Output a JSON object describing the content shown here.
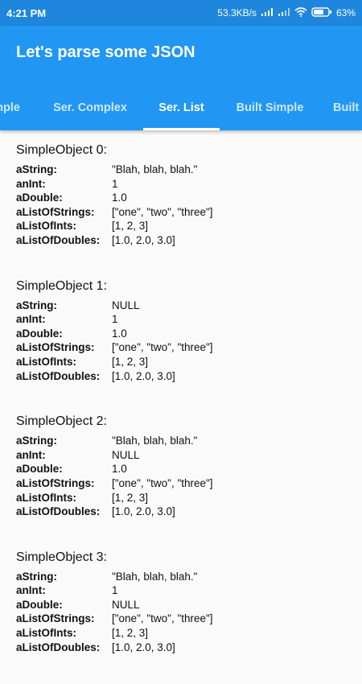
{
  "status": {
    "time": "4:21 PM",
    "network_speed": "53.3KB/s",
    "battery": "63%"
  },
  "appbar": {
    "title": "Let's parse some JSON",
    "tabs": [
      {
        "label": "mple"
      },
      {
        "label": "Ser. Complex"
      },
      {
        "label": "Ser. List"
      },
      {
        "label": "Built Simple"
      },
      {
        "label": "Built C"
      }
    ]
  },
  "objects": [
    {
      "title": "SimpleObject 0:",
      "fields": [
        {
          "key": "aString:",
          "value": "\"Blah, blah, blah.\""
        },
        {
          "key": "anInt:",
          "value": "1"
        },
        {
          "key": "aDouble:",
          "value": "1.0"
        },
        {
          "key": "aListOfStrings:",
          "value": "[\"one\", \"two\", \"three\"]"
        },
        {
          "key": "aListOfInts:",
          "value": "[1, 2, 3]"
        },
        {
          "key": "aListOfDoubles:",
          "value": "[1.0, 2.0, 3.0]"
        }
      ]
    },
    {
      "title": "SimpleObject 1:",
      "fields": [
        {
          "key": "aString:",
          "value": "NULL"
        },
        {
          "key": "anInt:",
          "value": "1"
        },
        {
          "key": "aDouble:",
          "value": "1.0"
        },
        {
          "key": "aListOfStrings:",
          "value": "[\"one\", \"two\", \"three\"]"
        },
        {
          "key": "aListOfInts:",
          "value": "[1, 2, 3]"
        },
        {
          "key": "aListOfDoubles:",
          "value": "[1.0, 2.0, 3.0]"
        }
      ]
    },
    {
      "title": "SimpleObject 2:",
      "fields": [
        {
          "key": "aString:",
          "value": "\"Blah, blah, blah.\""
        },
        {
          "key": "anInt:",
          "value": "NULL"
        },
        {
          "key": "aDouble:",
          "value": "1.0"
        },
        {
          "key": "aListOfStrings:",
          "value": "[\"one\", \"two\", \"three\"]"
        },
        {
          "key": "aListOfInts:",
          "value": "[1, 2, 3]"
        },
        {
          "key": "aListOfDoubles:",
          "value": "[1.0, 2.0, 3.0]"
        }
      ]
    },
    {
      "title": "SimpleObject 3:",
      "fields": [
        {
          "key": "aString:",
          "value": "\"Blah, blah, blah.\""
        },
        {
          "key": "anInt:",
          "value": "1"
        },
        {
          "key": "aDouble:",
          "value": "NULL"
        },
        {
          "key": "aListOfStrings:",
          "value": "[\"one\", \"two\", \"three\"]"
        },
        {
          "key": "aListOfInts:",
          "value": "[1, 2, 3]"
        },
        {
          "key": "aListOfDoubles:",
          "value": "[1.0, 2.0, 3.0]"
        }
      ]
    }
  ]
}
